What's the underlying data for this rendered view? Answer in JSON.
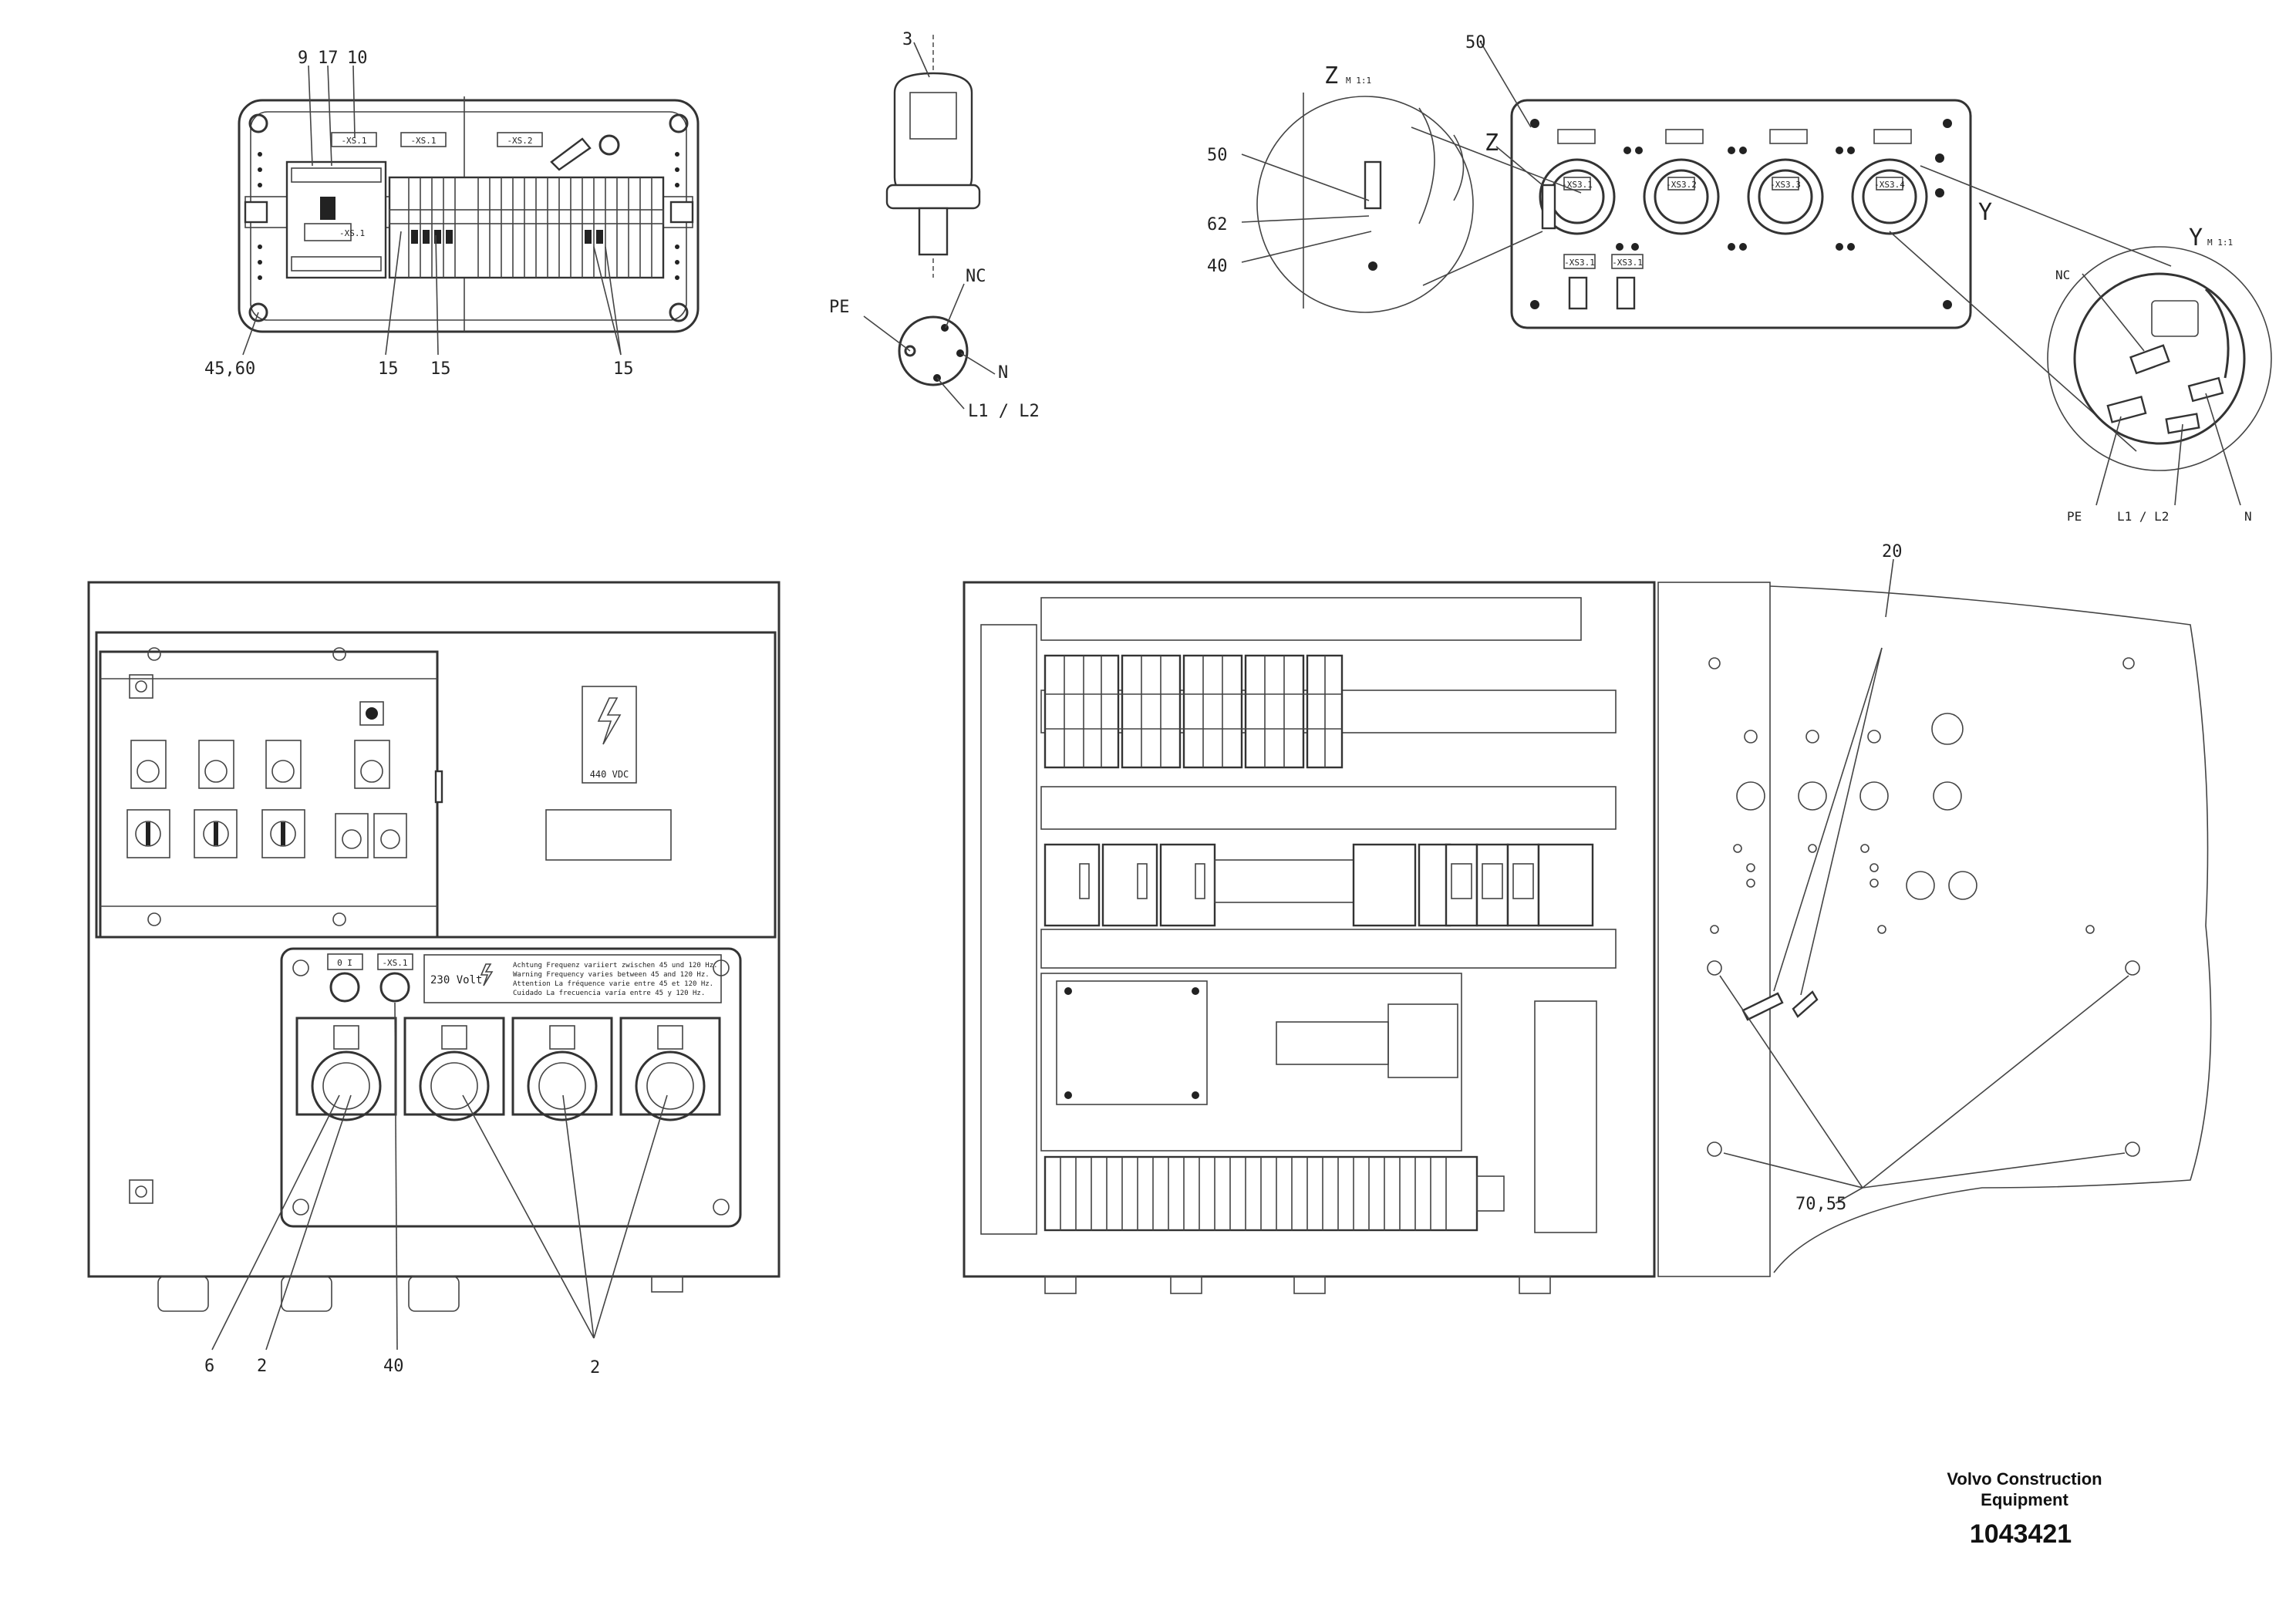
{
  "view_top_left": {
    "callouts": [
      "9",
      "17",
      "10",
      "45,60",
      "15",
      "15",
      "15"
    ],
    "labels": [
      "-XS.1",
      "-XS.1",
      "-XS.2",
      "-XS.1"
    ]
  },
  "plug_detail": {
    "callout": "3",
    "pins": [
      "PE",
      "NC",
      "N",
      "L1 / L2"
    ]
  },
  "socket_panel": {
    "callouts": [
      "50",
      "50",
      "62",
      "40"
    ],
    "view_z": "Z",
    "view_z_scale": "M 1:1",
    "view_y": "Y",
    "view_y_scale": "M 1:1",
    "socket_labels": [
      "-XS3.1",
      "-XS3.2",
      "-XS3.3",
      "-XS3.4"
    ],
    "switch_labels": [
      "-XS3.1",
      "-XS3.1"
    ],
    "detail_y_pins": [
      "NC",
      "PE",
      "L1 / L2",
      "N"
    ]
  },
  "front_cabinet": {
    "voltage_label": "440 VDC",
    "socket_panel_label": "230 Volt",
    "warning_lines": [
      "Achtung Frequenz variiert zwischen 45 und 120 Hz.",
      "Warning Frequency varies between 45 and 120 Hz.",
      "Attention La fréquence varie entre 45 et 120 Hz.",
      "Cuidado La frecuencia varía entre 45 y 120 Hz."
    ],
    "switch_labels": [
      "0 I",
      "-XS.1"
    ],
    "callouts": [
      "6",
      "2",
      "40",
      "2"
    ]
  },
  "open_cabinet": {
    "callouts": [
      "20",
      "70,55"
    ]
  },
  "title_block": {
    "company_line1": "Volvo Construction",
    "company_line2": "Equipment",
    "drawing_number": "1043421"
  }
}
